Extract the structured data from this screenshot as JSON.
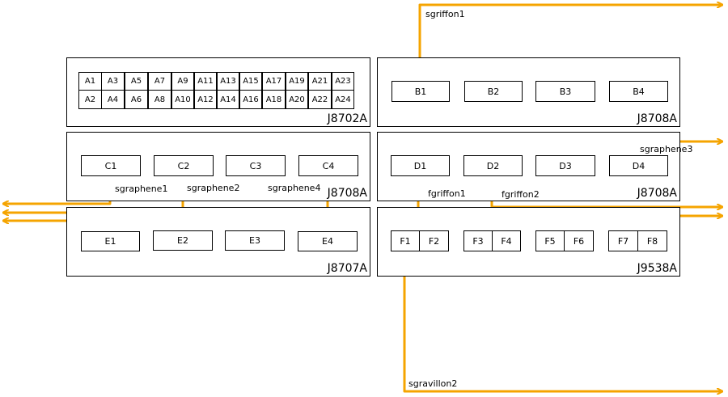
{
  "colors": {
    "cable": "#f5a400",
    "border": "#000000",
    "background": "#ffffff"
  },
  "panels": {
    "a": {
      "label": "J8702A",
      "ports_top": [
        "A1",
        "A3",
        "A5",
        "A7",
        "A9",
        "A11",
        "A13",
        "A15",
        "A17",
        "A19",
        "A21",
        "A23"
      ],
      "ports_bottom": [
        "A2",
        "A4",
        "A6",
        "A8",
        "A10",
        "A12",
        "A14",
        "A16",
        "A18",
        "A20",
        "A22",
        "A24"
      ]
    },
    "b": {
      "label": "J8708A",
      "ports": [
        "B1",
        "B2",
        "B3",
        "B4"
      ]
    },
    "c": {
      "label": "J8708A",
      "ports": [
        "C1",
        "C2",
        "C3",
        "C4"
      ]
    },
    "d": {
      "label": "J8708A",
      "ports": [
        "D1",
        "D2",
        "D3",
        "D4"
      ]
    },
    "e": {
      "label": "J8707A",
      "ports": [
        "E1",
        "E2",
        "E3",
        "E4"
      ]
    },
    "f": {
      "label": "J9538A",
      "ports": [
        "F1",
        "F2",
        "F3",
        "F4",
        "F5",
        "F6",
        "F7",
        "F8"
      ]
    }
  },
  "cables": [
    "sgriffon1",
    "sgraphene1",
    "sgraphene2",
    "sgraphene4",
    "sgraphene3",
    "fgriffon1",
    "fgriffon2",
    "sgravillon2"
  ]
}
